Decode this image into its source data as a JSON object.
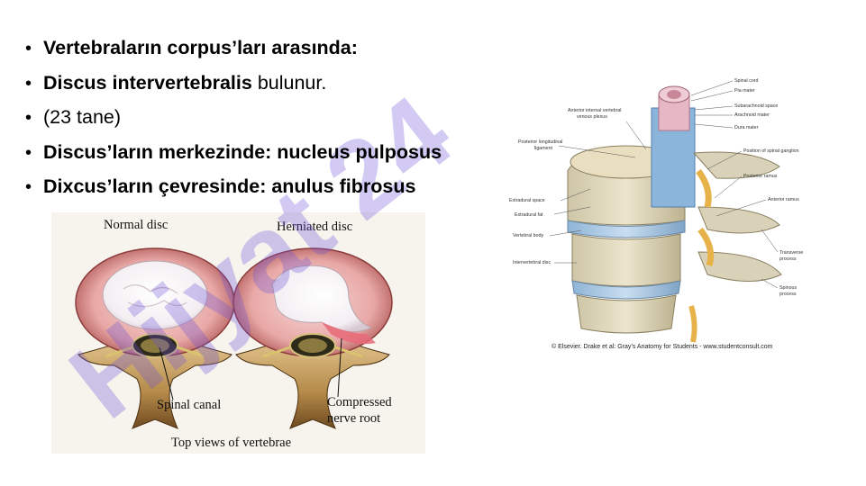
{
  "bullets": [
    {
      "parts": [
        {
          "text": "Vertebraların corpus’ları arasında:",
          "bold": true
        }
      ]
    },
    {
      "parts": [
        {
          "text": "Discus intervertebralis",
          "bold": true
        },
        {
          "text": " bulunur.",
          "bold": false
        }
      ]
    },
    {
      "parts": [
        {
          "text": "(23 tane)",
          "bold": false
        }
      ]
    },
    {
      "parts": [
        {
          "text": "Discus’ların merkezinde: nucleus pulposus",
          "bold": true
        }
      ]
    },
    {
      "parts": [
        {
          "text": "Dixcus’ların çevresinde: anulus fibrosus",
          "bold": true
        }
      ]
    }
  ],
  "bullet_char": "•",
  "left_figure": {
    "normal_disc": "Normal disc",
    "herniated_disc": "Herniated disc",
    "spinal_canal": "Spinal canal",
    "compressed_line1": "Compressed",
    "compressed_line2": "nerve root",
    "caption": "Top views of vertebrae"
  },
  "right_figure": {
    "labels_right": {
      "spinal_cord": "Spinal cord",
      "pia_mater": "Pia mater",
      "subarachnoid_space": "Subarachnoid space",
      "arachnoid_mater": "Arachnoid mater",
      "dura_mater": "Dura mater",
      "spinal_ganglion": "Position of spinal ganglion",
      "posterior_ramus": "Posterior ramus",
      "anterior_ramus": "Anterior ramus",
      "transverse_process_1": "Transverse",
      "transverse_process_2": "process",
      "spinous_process_1": "Spinous",
      "spinous_process_2": "process"
    },
    "labels_left": {
      "anterior_plexus_1": "Anterior internal vertebral",
      "anterior_plexus_2": "venous plexus",
      "posterior_ligament_1": "Posterior longitudinal",
      "posterior_ligament_2": "ligament",
      "epidural_space": "Extradural space",
      "extradural_fat": "Extradural fat",
      "vertebral_body": "Vertebral body",
      "intervertebral_disc": "Intervertebral disc"
    },
    "credit": "© Elsevier. Drake et al: Gray’s Anatomy for Students - www.studentconsult.com"
  },
  "watermark": {
    "text": "Hijyat 24",
    "color": "#6b4fd8"
  }
}
